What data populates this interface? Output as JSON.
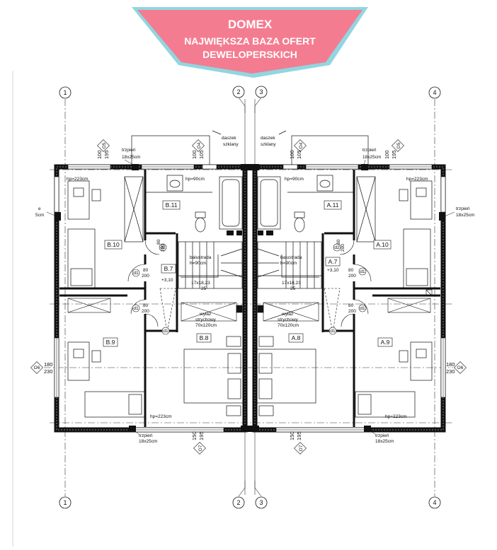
{
  "banner": {
    "title": "DOMEX",
    "line1": "NAJWIĘKSZA BAZA OFERT",
    "line2": "DEWELOPERSKICH",
    "fill_color": "#f47c90",
    "border_color": "#7ecfdc"
  },
  "axes": {
    "a1": "1",
    "a2": "2",
    "a3": "3",
    "a4": "4"
  },
  "labels": {
    "trzpien_left": "trzpień",
    "trzpien_left_size": "18x25cm",
    "trzpien_right": "trzpień",
    "trzpien_right_size": "18x25cm",
    "trzpien_bottom_left": "trzpień",
    "trzpien_bottom_left_size": "18x25cm",
    "trzpien_bottom_right": "trzpień",
    "trzpien_bottom_right_size": "18x25cm",
    "trzpien_side_right": "trzpień",
    "trzpien_side_right_size": "18x25cm",
    "trzpien_side_left": "e",
    "trzpien_side_left_size": "5cm",
    "daszek_left_1": "daszek",
    "daszek_left_2": "szklany",
    "daszek_right_1": "daszek",
    "daszek_right_2": "szklany",
    "hp223_tl": "hp=223cm",
    "hp90_l": "hp=90cm",
    "hp90_r": "hp=90cm",
    "hp223_tr": "hp=223cm",
    "hp223_bl": "hp=223cm",
    "hp223_br": "hp=223cm",
    "balustrada_l1": "balustrada",
    "balustrada_l2": "h=90cm",
    "balustrada_r1": "balustrada",
    "balustrada_r2": "h=90cm",
    "stairs_l1": "17x18,23",
    "stairs_l2": "25",
    "stairs_r1": "17x18,23",
    "stairs_r2": "25",
    "wylaz_l1": "wyłaz",
    "wylaz_l2": "strychowy",
    "wylaz_l3": "70x120cm",
    "wylaz_r1": "wyłaz",
    "wylaz_r2": "strychowy",
    "wylaz_r3": "70x120cm",
    "level_l": "+3,10",
    "level_r": "+3,10"
  },
  "rooms": {
    "b11": "B.11",
    "b10": "B.10",
    "b7": "B.7",
    "b9": "B.9",
    "b8": "B.8",
    "a11": "A.11",
    "a10": "A.10",
    "a7": "A.7",
    "a9": "A.9",
    "a8": "A.8"
  },
  "window_tags": {
    "o5_l": "O5",
    "o4_l": "O4",
    "o4_r": "O4",
    "o5_r": "O5",
    "o6_l": "O6",
    "o6_r": "O6",
    "o7_l": "O7",
    "o7_r": "O7"
  },
  "door_tags": {
    "d1": "d1",
    "d2": "d2"
  },
  "dims": {
    "w100": "100",
    "w195": "195",
    "w105": "105",
    "w80": "80",
    "w200": "200",
    "w180": "180",
    "w230": "230",
    "w150": "150"
  }
}
